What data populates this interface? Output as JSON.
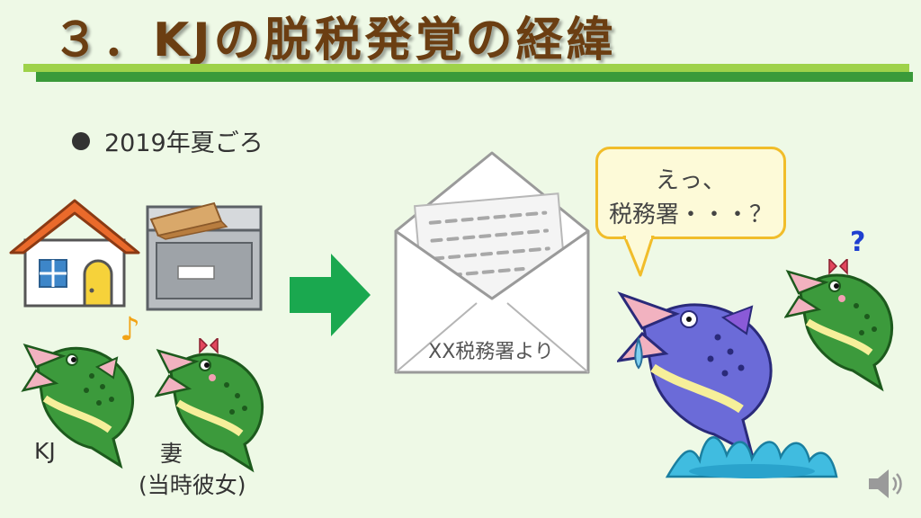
{
  "slide": {
    "title": "３．KJの脱税発覚の経緯",
    "bullet": "2019年夏ごろ",
    "labels": {
      "kj": "KJ",
      "wife_line1": "妻",
      "wife_line2": "(当時彼女)"
    },
    "envelope_text": "XX税務署より",
    "speech": {
      "line1": "えっ、",
      "line2": "税務署・・・？"
    },
    "question_mark": "?",
    "music_note": "♪"
  },
  "colors": {
    "title": "#6b3e12",
    "accent_bar_light": "#9ed24a",
    "accent_bar_dark": "#3a9a3a",
    "arrow": "#1aa84f",
    "bubble_border": "#f1bd2a",
    "question_mark": "#1f3fd0"
  },
  "icons": [
    "house-icon",
    "mailbox-icon",
    "arrow-right-icon",
    "envelope-icon",
    "fish-kj-icon",
    "fish-wife-icon",
    "fish-surprised-icon",
    "fish-wife-confused-icon",
    "speaker-icon"
  ]
}
